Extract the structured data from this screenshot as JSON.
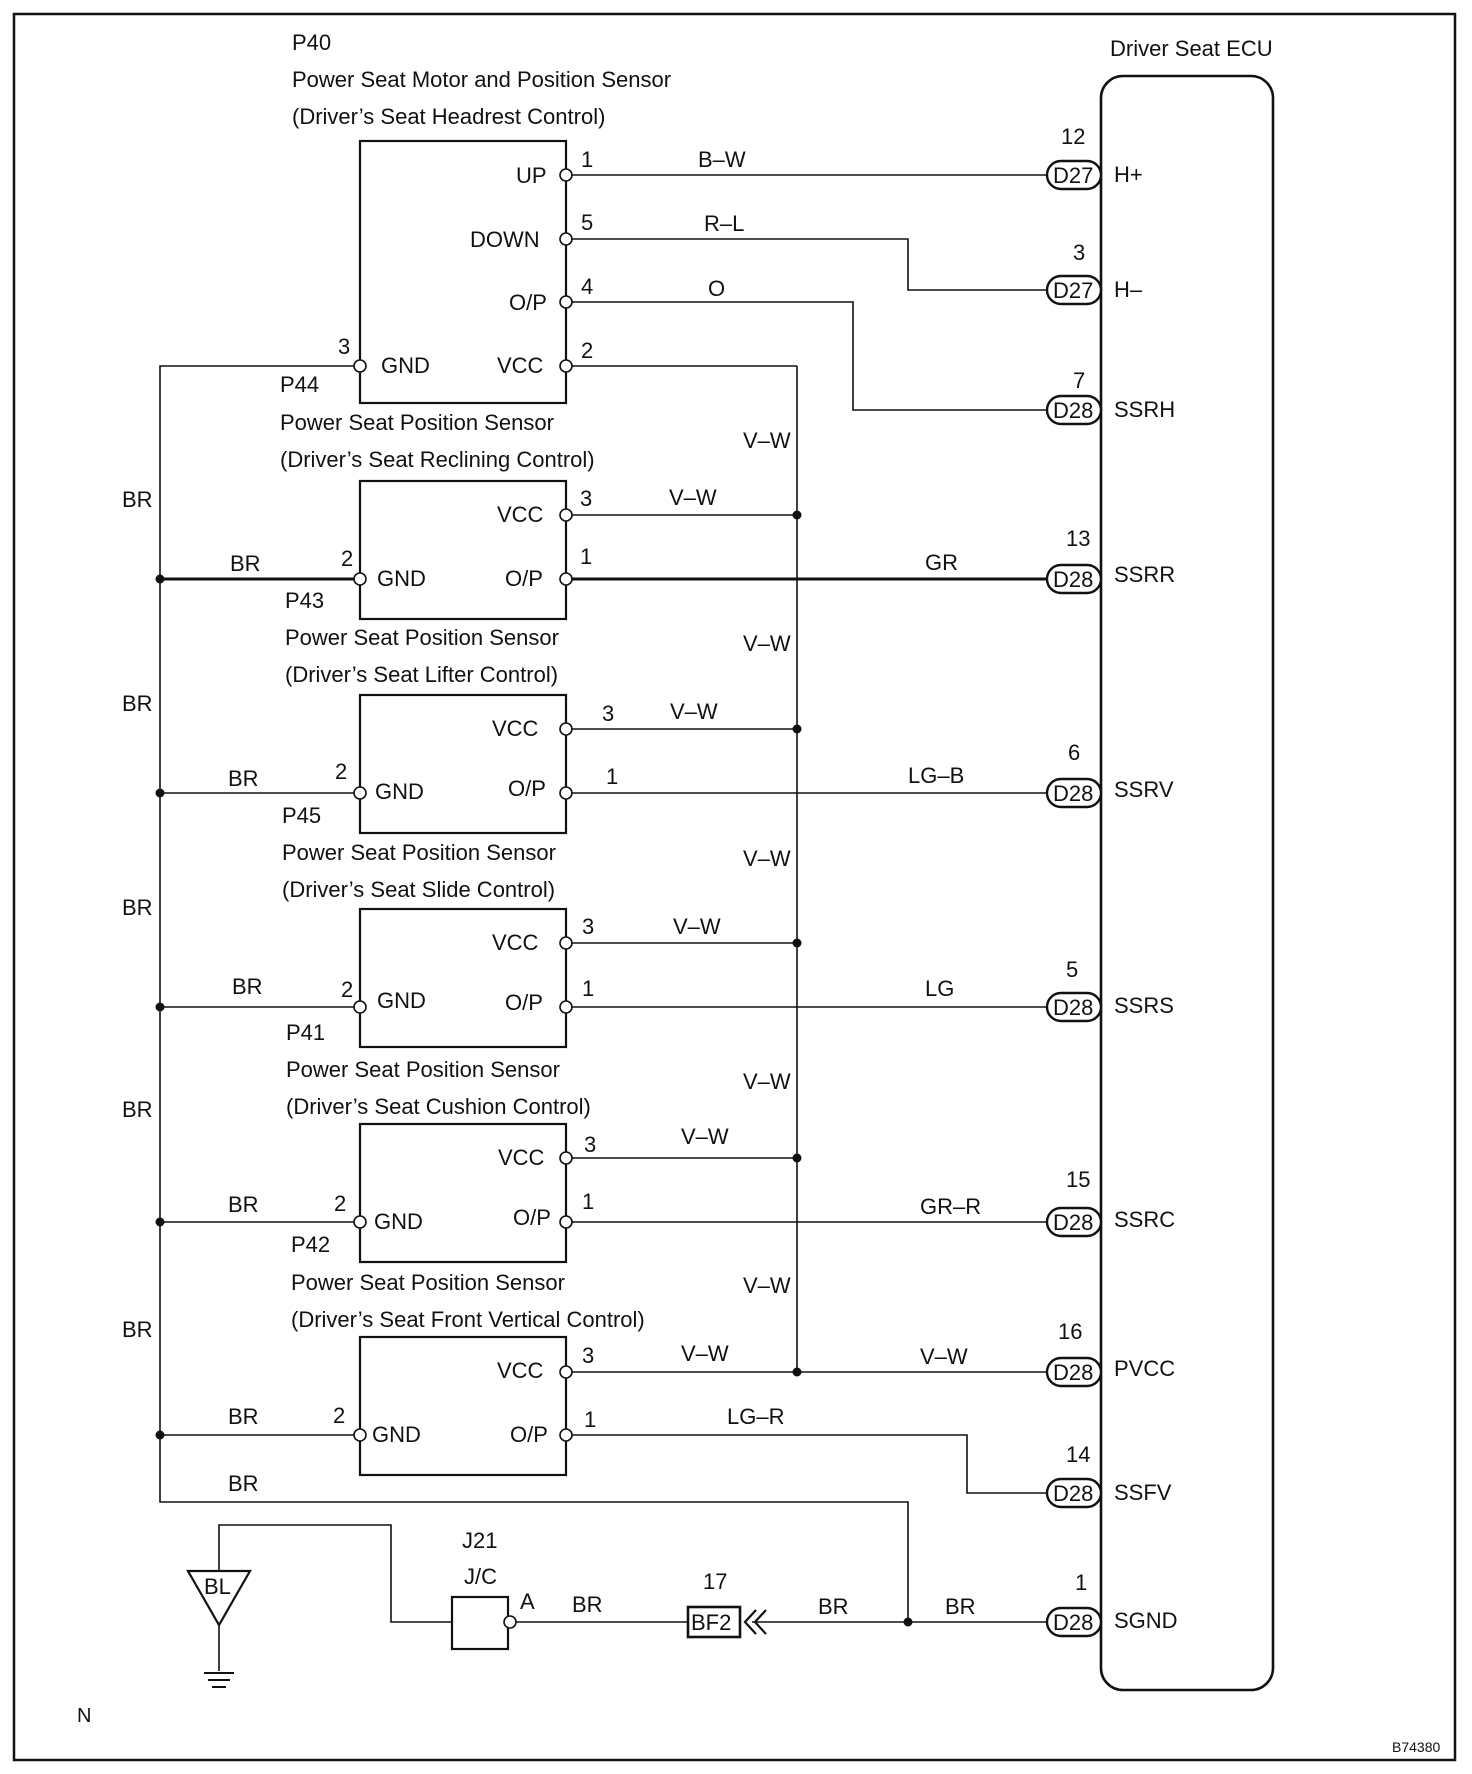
{
  "ecu": {
    "title": "Driver Seat ECU",
    "terminals": [
      {
        "pin": "12",
        "conn": "D27",
        "name": "H+"
      },
      {
        "pin": "3",
        "conn": "D27",
        "name": "H–"
      },
      {
        "pin": "7",
        "conn": "D28",
        "name": "SSRH"
      },
      {
        "pin": "13",
        "conn": "D28",
        "name": "SSRR"
      },
      {
        "pin": "6",
        "conn": "D28",
        "name": "SSRV"
      },
      {
        "pin": "5",
        "conn": "D28",
        "name": "SSRS"
      },
      {
        "pin": "15",
        "conn": "D28",
        "name": "SSRC"
      },
      {
        "pin": "16",
        "conn": "D28",
        "name": "PVCC"
      },
      {
        "pin": "14",
        "conn": "D28",
        "name": "SSFV"
      },
      {
        "pin": "1",
        "conn": "D28",
        "name": "SGND"
      }
    ]
  },
  "components": [
    {
      "code": "P40",
      "name": "Power Seat Motor and Position Sensor",
      "sub": "(Driver’s Seat Headrest Control)",
      "pins": {
        "up": "UP",
        "down": "DOWN",
        "op": "O/P",
        "gnd": "GND",
        "vcc": "VCC"
      },
      "pin_numbers": {
        "up": "1",
        "down": "5",
        "op": "4",
        "gnd": "3",
        "vcc": "2"
      }
    },
    {
      "code": "P44",
      "name": "Power Seat Position Sensor",
      "sub": "(Driver’s Seat Reclining Control)",
      "pins": {
        "vcc": "VCC",
        "gnd": "GND",
        "op": "O/P"
      },
      "pin_numbers": {
        "vcc": "3",
        "gnd": "2",
        "op": "1"
      }
    },
    {
      "code": "P43",
      "name": "Power Seat Position Sensor",
      "sub": "(Driver’s Seat Lifter Control)",
      "pins": {
        "vcc": "VCC",
        "gnd": "GND",
        "op": "O/P"
      },
      "pin_numbers": {
        "vcc": "3",
        "gnd": "2",
        "op": "1"
      }
    },
    {
      "code": "P45",
      "name": "Power Seat Position Sensor",
      "sub": "(Driver’s Seat Slide Control)",
      "pins": {
        "vcc": "VCC",
        "gnd": "GND",
        "op": "O/P"
      },
      "pin_numbers": {
        "vcc": "3",
        "gnd": "2",
        "op": "1"
      }
    },
    {
      "code": "P41",
      "name": "Power Seat Position Sensor",
      "sub": "(Driver’s Seat Cushion Control)",
      "pins": {
        "vcc": "VCC",
        "gnd": "GND",
        "op": "O/P"
      },
      "pin_numbers": {
        "vcc": "3",
        "gnd": "2",
        "op": "1"
      }
    },
    {
      "code": "P42",
      "name": "Power Seat Position Sensor",
      "sub": "(Driver’s Seat Front Vertical Control)",
      "pins": {
        "vcc": "VCC",
        "gnd": "GND",
        "op": "O/P"
      },
      "pin_numbers": {
        "vcc": "3",
        "gnd": "2",
        "op": "1"
      }
    }
  ],
  "wires": {
    "h_plus": "B–W",
    "h_minus": "R–L",
    "ssrh": "O",
    "vw": "V–W",
    "br": "BR",
    "ssrr": "GR",
    "ssrv": "LG–B",
    "ssrs": "LG",
    "ssrc": "GR–R",
    "pvcc": "V–W",
    "ssfv": "LG–R"
  },
  "junction": {
    "code": "J21",
    "name": "J/C",
    "pin": "A",
    "ground_label": "BL"
  },
  "connector_bf2": {
    "pin": "17",
    "name": "BF2"
  },
  "footer": {
    "corner_mark": "N",
    "figure_id": "B74380"
  }
}
